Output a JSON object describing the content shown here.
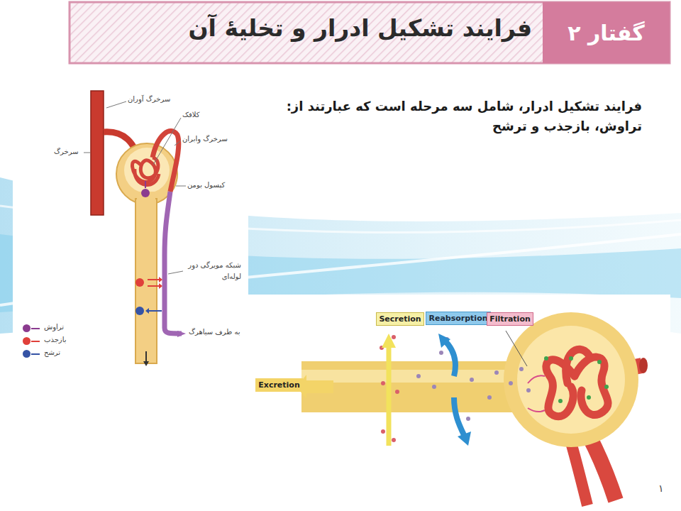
{
  "diagram": {
    "title": "فرایند تشکیل ادرار و تخلیهٔ آن",
    "nodes": [
      {
        "text": [
          "گفتار ۲"
        ]
      },
      {
        "text": [
          "Secretion"
        ]
      },
      {
        "text": [
          "Reabsorption"
        ]
      },
      {
        "text": [
          "Filtration"
        ]
      },
      {
        "text": [
          "Excretion"
        ]
      }
    ],
    "labels": [
      "فرایند تشکیل ادرار، شامل سه مرحله است که عبارتند از: تراوش، بازجذب و ترشح",
      "سرخرگ آوران",
      "کلافک",
      "سرخرگ وابران",
      "کپسول بومن",
      "شبکه مویرگی دور لوله‌ای",
      "به طرف سیاهرگ",
      "سرخرگ",
      "۱"
    ],
    "legend": [
      {
        "text": "تراوش",
        "color": "#8b3b8f"
      },
      {
        "text": "بازجذب",
        "color": "#e0403a"
      },
      {
        "text": "ترشح",
        "color": "#3553a5"
      }
    ]
  }
}
